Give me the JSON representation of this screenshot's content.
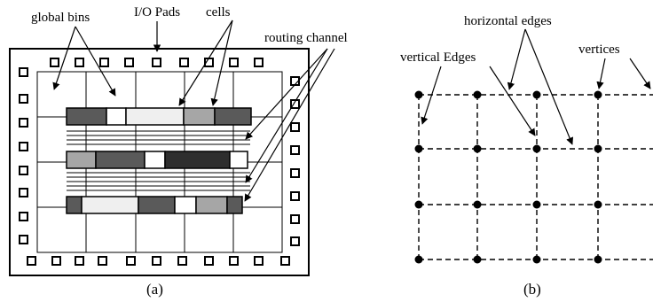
{
  "figure_a": {
    "labels": {
      "global_bins": "global bins",
      "io_pads": "I/O Pads",
      "cells": "cells",
      "routing_channel": "routing channel"
    },
    "caption": "(a)",
    "colors": {
      "dark": "#5a5a5a",
      "darker": "#2e2e2e",
      "medium": "#a6a6a6",
      "light": "#efefef",
      "white": "#ffffff"
    }
  },
  "figure_b": {
    "labels": {
      "horizontal_edges": "horizontal edges",
      "vertical_edges": "vertical Edges",
      "vertices": "vertices"
    },
    "caption": "(b)"
  }
}
